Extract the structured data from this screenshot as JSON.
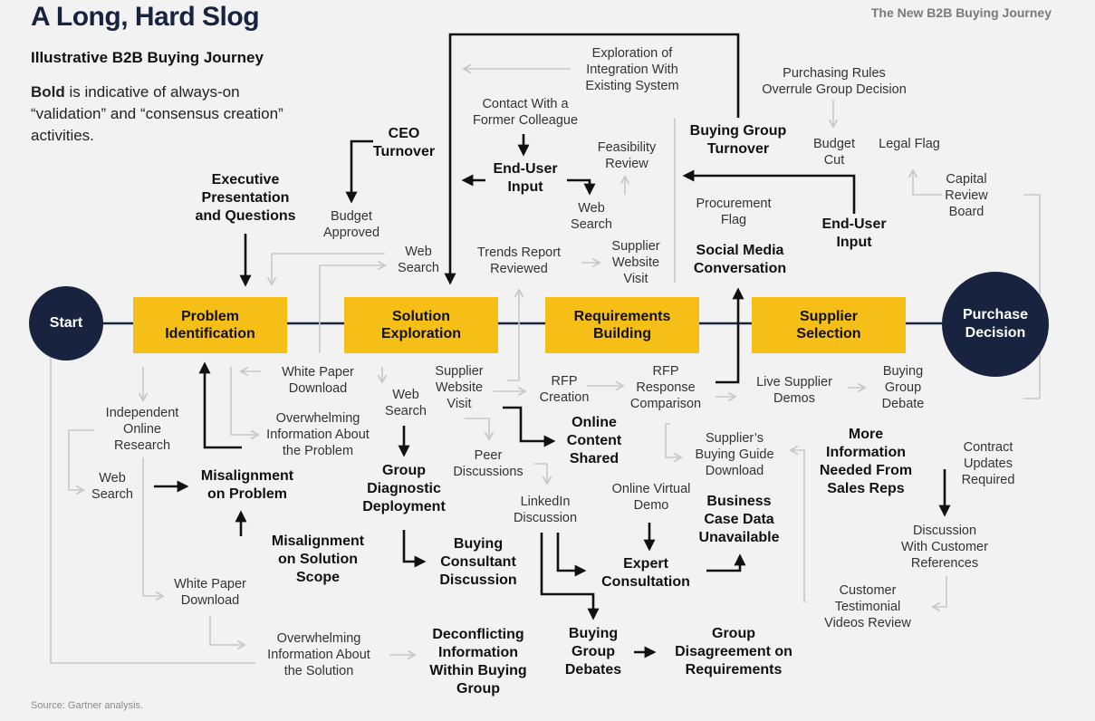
{
  "header": {
    "title": "A Long, Hard Slog",
    "subtitle": "Illustrative B2B Buying Journey",
    "legend_bold": "Bold",
    "legend_rest": " is indicative of always-on “validation” and “consensus creation” activities.",
    "top_right": "The New B2B Buying Journey"
  },
  "footer": {
    "source": "Source: Gartner analysis."
  },
  "colors": {
    "navy": "#17233f",
    "stage_fill": "#f5bf17",
    "bold_arrow": "#111111",
    "light_arrow": "#c8c8c8"
  },
  "nodes": {
    "start": "Start",
    "purchase_decision": "Purchase\nDecision"
  },
  "stages": {
    "problem_identification": "Problem\nIdentification",
    "solution_exploration": "Solution\nExploration",
    "requirements_building": "Requirements\nBuilding",
    "supplier_selection": "Supplier\nSelection"
  },
  "bold_activities": {
    "ceo_turnover": "CEO\nTurnover",
    "executive_presentation": "Executive\nPresentation\nand Questions",
    "end_user_input_1": "End-User\nInput",
    "buying_group_turnover": "Buying Group\nTurnover",
    "end_user_input_2": "End-User\nInput",
    "social_media": "Social Media\nConversation",
    "online_content": "Online\nContent\nShared",
    "more_information": "More\nInformation\nNeeded From\nSales Reps",
    "misalignment_problem": "Misalignment\non Problem",
    "group_diagnostic": "Group\nDiagnostic\nDeployment",
    "misalignment_scope": "Misalignment\non Solution\nScope",
    "buying_consultant": "Buying\nConsultant\nDiscussion",
    "business_case": "Business\nCase Data\nUnavailable",
    "expert_consultation": "Expert\nConsultation",
    "deconflicting": "Deconflicting\nInformation\nWithin Buying\nGroup",
    "buying_group_debates": "Buying\nGroup\nDebates",
    "group_disagreement": "Group\nDisagreement on\nRequirements"
  },
  "activities": {
    "exploration_integration": "Exploration of\nIntegration With\nExisting System",
    "purchasing_rules": "Purchasing Rules\nOverrule Group Decision",
    "contact_colleague": "Contact With a\nFormer Colleague",
    "feasibility_review": "Feasibility\nReview",
    "budget_cut": "Budget\nCut",
    "legal_flag": "Legal Flag",
    "capital_review": "Capital\nReview\nBoard",
    "budget_approved": "Budget\nApproved",
    "web_search_top_center": "Web\nSearch",
    "web_search_top": "Web\nSearch",
    "procurement_flag": "Procurement\nFlag",
    "trends_report": "Trends Report\nReviewed",
    "supplier_website_top": "Supplier\nWebsite\nVisit",
    "white_paper_top": "White Paper\nDownload",
    "supplier_website_mid": "Supplier\nWebsite\nVisit",
    "rfp_creation": "RFP\nCreation",
    "rfp_response": "RFP\nResponse\nComparison",
    "live_demos": "Live Supplier\nDemos",
    "buying_group_debate": "Buying\nGroup\nDebate",
    "independent_research": "Independent\nOnline\nResearch",
    "web_search_mid": "Web\nSearch",
    "overwhelming_problem": "Overwhelming\nInformation About\nthe Problem",
    "peer_discussions": "Peer\nDiscussions",
    "buying_guide": "Supplier’s\nBuying Guide\nDownload",
    "contract_updates": "Contract\nUpdates\nRequired",
    "web_search_left": "Web\nSearch",
    "linkedin": "LinkedIn\nDiscussion",
    "online_demo": "Online Virtual\nDemo",
    "discussion_references": "Discussion\nWith Customer\nReferences",
    "white_paper_bottom": "White Paper\nDownload",
    "testimonial_videos": "Customer\nTestimonial\nVideos Review",
    "overwhelming_solution": "Overwhelming\nInformation About\nthe Solution"
  }
}
